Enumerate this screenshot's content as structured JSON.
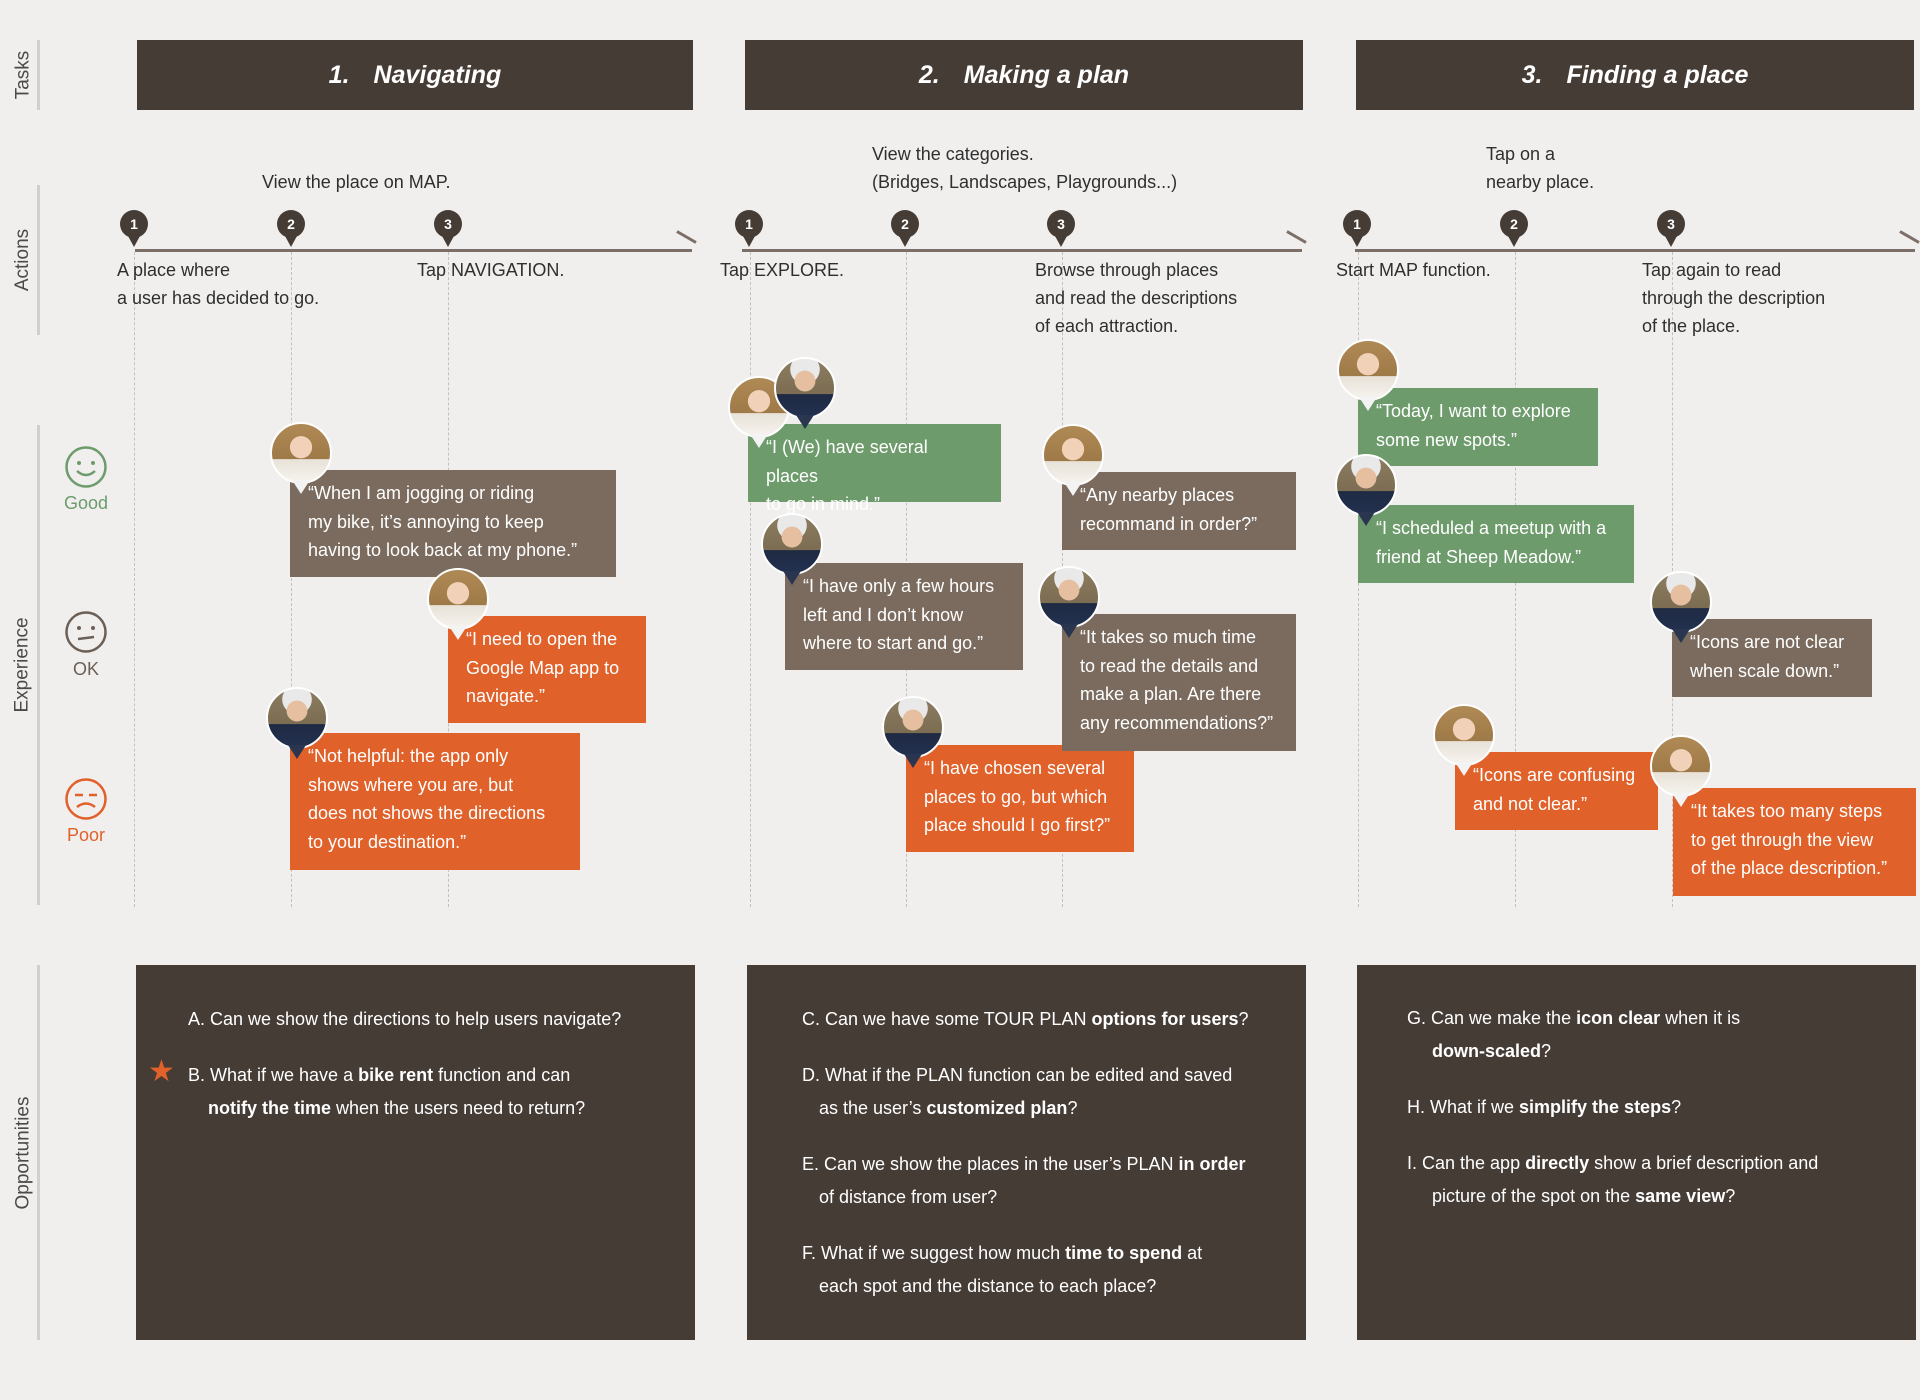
{
  "row_labels": {
    "tasks": "Tasks",
    "actions": "Actions",
    "experience": "Experience",
    "opportunities": "Opportunities"
  },
  "tasks": [
    {
      "num": "1.",
      "title": "Navigating"
    },
    {
      "num": "2.",
      "title": "Making a plan"
    },
    {
      "num": "3.",
      "title": "Finding a place"
    }
  ],
  "markers": [
    "1",
    "2",
    "3"
  ],
  "actions": {
    "t1": {
      "above": "View the place on MAP.",
      "step1": "A place where\na user has decided to go.",
      "step3": "Tap NAVIGATION."
    },
    "t2": {
      "above": "View the categories.\n(Bridges, Landscapes, Playgrounds...)",
      "step1": "Tap EXPLORE.",
      "step3": "Browse through places\nand read the descriptions\nof each attraction."
    },
    "t3": {
      "above": "Tap on a\nnearby place.",
      "step1": "Start MAP function.",
      "step3": "Tap again to read\nthrough the description\nof the place."
    }
  },
  "experience_levels": {
    "good": "Good",
    "ok": "OK",
    "poor": "Poor"
  },
  "colors": {
    "good": "#6d9b6c",
    "ok": "#7a6b5e",
    "poor": "#e0612a",
    "dark": "#463c36"
  },
  "quotes": {
    "q1": "“When I am jogging or riding\nmy bike, it’s annoying to keep\nhaving to look back at my phone.”",
    "q2": "“I need to open the\nGoogle Map app to\nnavigate.”",
    "q3": "“Not helpful: the app only\nshows where you are, but\ndoes not shows the directions\nto your destination.”",
    "q4": "“I (We) have several places\nto go in mind.”",
    "q5": "“I have only a few hours\nleft and I don’t know\nwhere to start and go.”",
    "q6": "“I have chosen several\nplaces to go, but which\nplace should I go first?”",
    "q7": "“Any nearby places\nrecommand in order?”",
    "q8": "“It takes so much time\nto read the details and\nmake a plan. Are there\nany recommendations?”",
    "q9": "“Today, I want to explore\nsome new spots.”",
    "q10": "“I scheduled a meetup with a\nfriend at Sheep Meadow.”",
    "q11": "“Icons are not clear\nwhen scale down.”",
    "q12": "“Icons are confusing\nand not clear.”",
    "q13": "“It takes too many steps\nto get through the view\nof the place description.”"
  },
  "opportunities": {
    "a": {
      "p1": "A. Can we show the directions to help users navigate?"
    },
    "b": {
      "p1": "B. What if we have a ",
      "b1": "bike rent",
      "p2": " function and can",
      "b2": "notify the time",
      "p3": " when the users need to return?"
    },
    "c": {
      "p1": "C. Can we have some TOUR PLAN ",
      "b1": "options for users",
      "p2": "?"
    },
    "d": {
      "p1": "D. What if the PLAN function can be edited and saved",
      "p2": "as the user’s ",
      "b1": "customized plan",
      "p3": "?"
    },
    "e": {
      "p1": "E. Can we show the places in the user’s PLAN ",
      "b1": "in order",
      "p2": "of distance from user?"
    },
    "f": {
      "p1": "F. What if we suggest how much ",
      "b1": "time to spend",
      "p2": " at",
      "p3": "each spot and the distance to each place?"
    },
    "g": {
      "p1": "G. Can we make the ",
      "b1": "icon clear",
      "p2": " when it is",
      "b2": "down-scaled",
      "p3": "?"
    },
    "h": {
      "p1": "H. What if we ",
      "b1": "simplify the steps",
      "p2": "?"
    },
    "i": {
      "p1": "I.   Can the app ",
      "b1": "directly",
      "p2": " show a brief description and",
      "p3": "picture of the spot on the ",
      "b2": "same view",
      "p4": "?"
    }
  }
}
